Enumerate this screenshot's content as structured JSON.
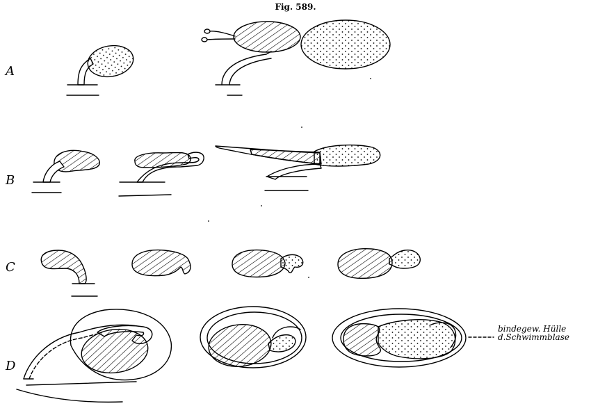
{
  "figure": {
    "title": "Fig. 589.",
    "rows": [
      {
        "label": "A"
      },
      {
        "label": "B"
      },
      {
        "label": "C"
      },
      {
        "label": "D"
      }
    ],
    "annotation": {
      "line1": "bindegew. Hülle",
      "line2": "d.Schwimmblase"
    }
  }
}
